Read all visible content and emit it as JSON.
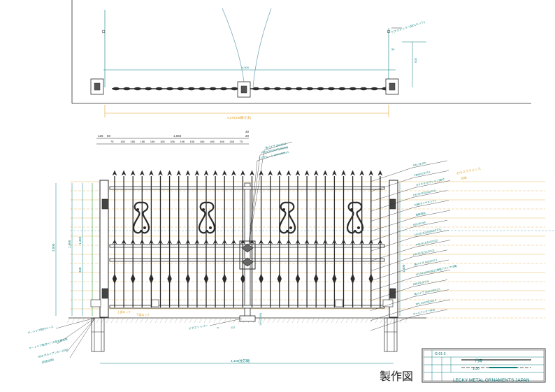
{
  "caption": "製作図",
  "plan": {
    "overall_dim": "4,270(CB間寸法)",
    "inner_dim": "4,000",
    "side_note": "ドアストッパー(BC1ヒット)",
    "small_dim_a": "50",
    "small_dim_b": "500"
  },
  "elevation": {
    "top_dims": [
      "125",
      "50",
      "1,084",
      "20",
      "30"
    ],
    "picket_spacing": [
      "75",
      "166",
      "166",
      "166",
      "166",
      "166",
      "166",
      "166",
      "166",
      "166",
      "166",
      "166",
      "166",
      "75"
    ],
    "height_main": "2,000",
    "height_sub_a": "1,900",
    "height_sub_b": "1,450",
    "height_sub_c": "340",
    "bottom_dim": "4,440(柱芯間)",
    "right_height": "1,400",
    "center_dim": "112",
    "center_dim_b": "100 (1000)",
    "base_note": "GL"
  },
  "callouts_center": [
    "角パイプ 38X38X2",
    "戸先(L30X30X3)(50X50)",
    "ドアプレート 200X150X4.5"
  ],
  "callouts_right": [
    "Φ44 22.000",
    "FB9X50ダブル",
    "カウスラ(オプション)取付",
    "100.40.3(32)(12X12)",
    "丸棒(ダイヤモンド)",
    "装飾部品",
    "Φ35.05.000",
    "100.30.3(2)(5000)ダブル",
    "Φ49.40.3(2)(12X12)",
    "100.30.3(2)(12X12)",
    "角パイプ 40X30X2.3",
    "113.04.5(000)加工(増幅アストフ付属)",
    "FB9X50ダブル",
    "角パイプ 25X(120)X3.5",
    "PPL 25X(360)X3.5",
    "オールアンカーM16"
  ],
  "callouts_left": [
    "ゲートドア取付ベース",
    "ゲートドア取付ベース用丸棒支柱",
    "M16 ボルトアンカー(100)",
    "(別途仕様)"
  ],
  "callouts_bottom": [
    "ドアストッパー",
    "上部ロック",
    "下部ロック"
  ],
  "orange_note": "カウスラフェンス\n別途",
  "title_block": {
    "code": "G-01-3",
    "name": "門扉",
    "scale": "1/30",
    "company": "LECKY METAL ORNAMENTS JAPAN"
  },
  "colors": {
    "line": "#2a2a2a",
    "dim": "#0a7f7f",
    "accent": "#e0a020",
    "green": "#2e9a2e"
  }
}
